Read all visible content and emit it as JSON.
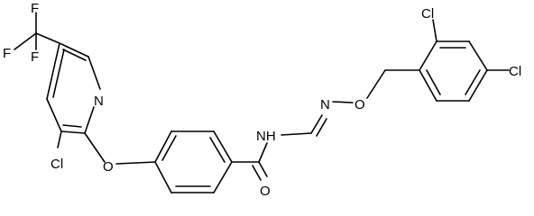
{
  "molecule": {
    "atoms": {
      "f_top": "F",
      "f_left": "F",
      "f_bottom": "F",
      "pyridine_n": "N",
      "pyridine_cl": "Cl",
      "ether_o": "O",
      "amide_nh": "NH",
      "amide_o": "O",
      "imine_n": "N",
      "oxime_o": "O",
      "benzyl_cl_ortho": "Cl",
      "benzyl_cl_para": "Cl"
    }
  }
}
